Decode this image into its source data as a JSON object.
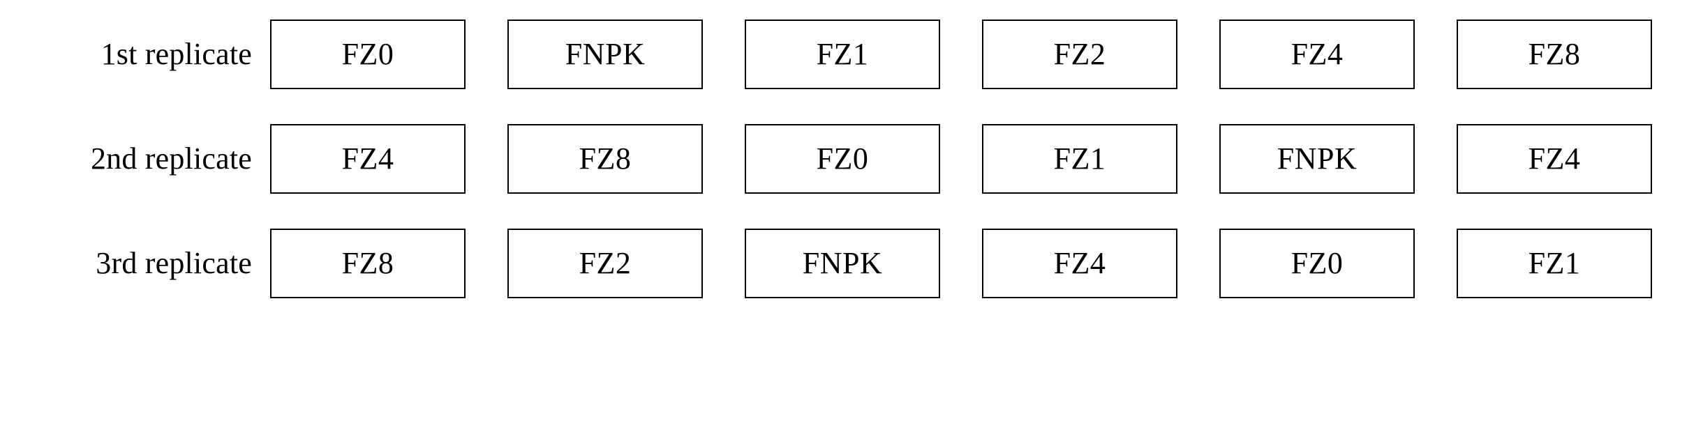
{
  "diagram": {
    "type": "field-trial-layout",
    "treatments": [
      "FZ0",
      "FNPK",
      "FZ1",
      "FZ2",
      "FZ4",
      "FZ8"
    ],
    "rows": [
      {
        "label": "1st replicate",
        "plots": [
          "FZ0",
          "FNPK",
          "FZ1",
          "FZ2",
          "FZ4",
          "FZ8"
        ]
      },
      {
        "label": "2nd replicate",
        "plots": [
          "FZ4",
          "FZ8",
          "FZ0",
          "FZ1",
          "FNPK",
          "FZ4"
        ]
      },
      {
        "label": "3rd replicate",
        "plots": [
          "FZ8",
          "FZ2",
          "FNPK",
          "FZ4",
          "FZ0",
          "FZ1"
        ]
      }
    ]
  },
  "colors": {
    "background": "#ffffff",
    "border": "#000000",
    "text": "#000000"
  }
}
